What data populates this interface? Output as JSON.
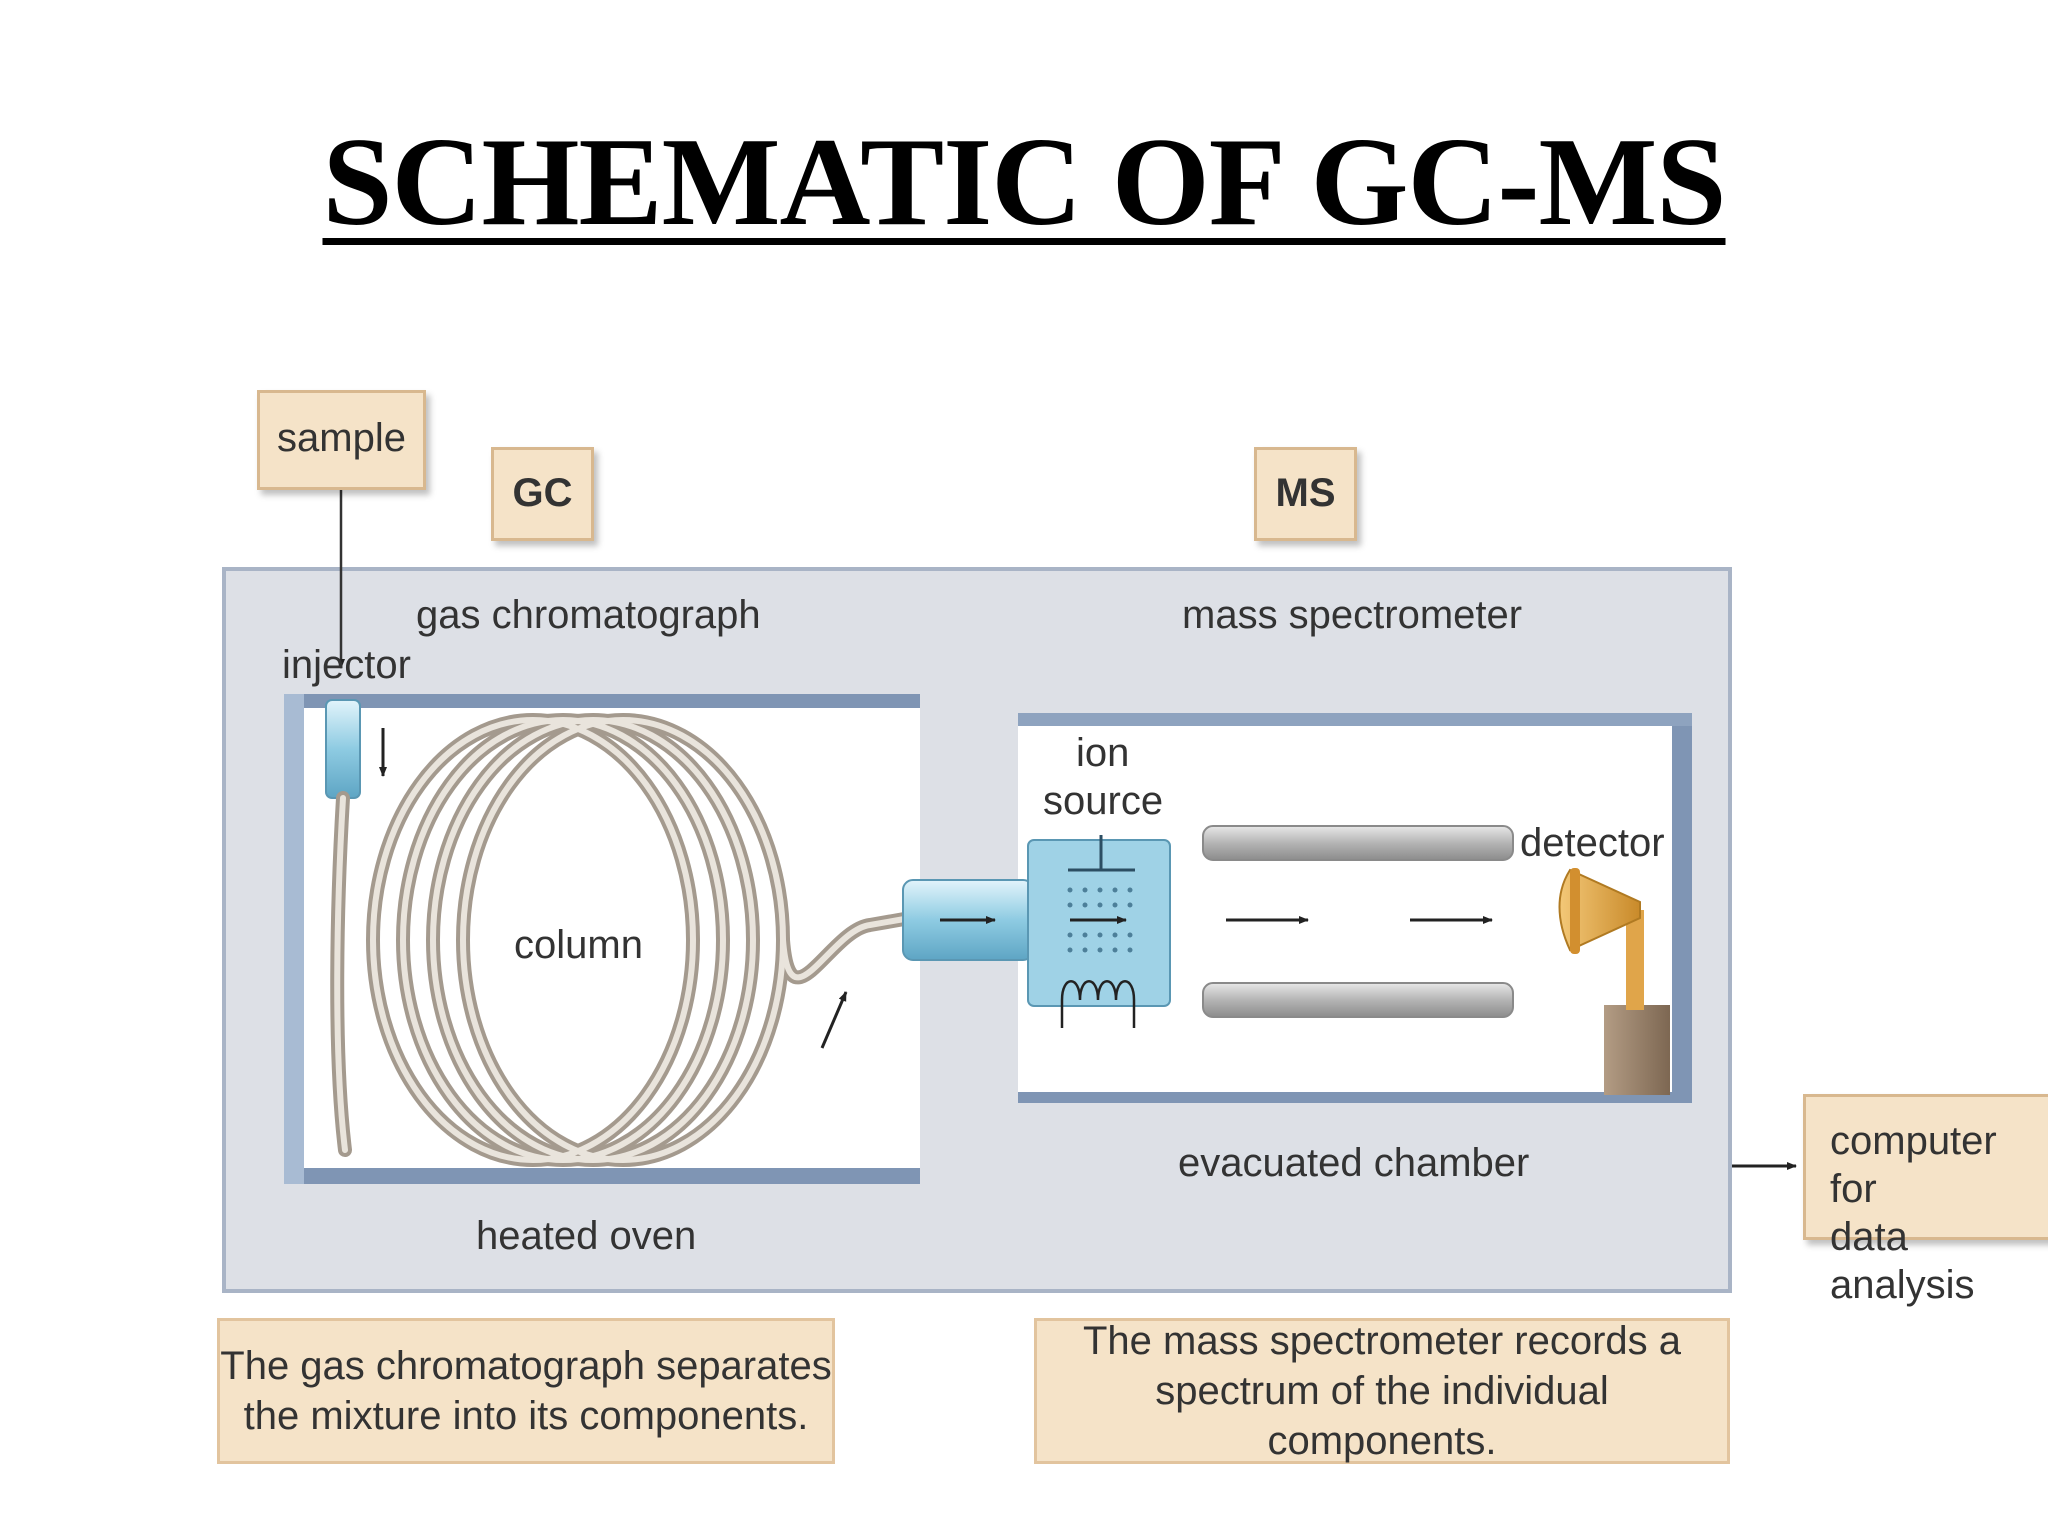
{
  "title": "SCHEMATIC OF GC-MS",
  "tags": {
    "sample": "sample",
    "gc": "GC",
    "ms": "MS",
    "computer_line1": "computer for",
    "computer_line2": "data analysis"
  },
  "labels": {
    "gas_chromatograph": "gas chromatograph",
    "injector": "injector",
    "column": "column",
    "heated_oven": "heated oven",
    "mass_spectrometer": "mass spectrometer",
    "ion": "ion",
    "source": "source",
    "detector": "detector",
    "evacuated_chamber": "evacuated chamber"
  },
  "captions": {
    "gc_line1": "The gas chromatograph separates",
    "gc_line2": "the mixture into its components.",
    "ms_line1": "The mass spectrometer records a",
    "ms_line2": "spectrum of the individual components."
  },
  "colors": {
    "housing": "#dde0e6",
    "housing_border": "#a9b4c6",
    "chamber_frame": "#7f95b4",
    "tag_fill": "#f5e3c8",
    "coil": "#bcb4a8",
    "ion_source": "#8ec8df",
    "detector_cone": "#e0a54a"
  }
}
